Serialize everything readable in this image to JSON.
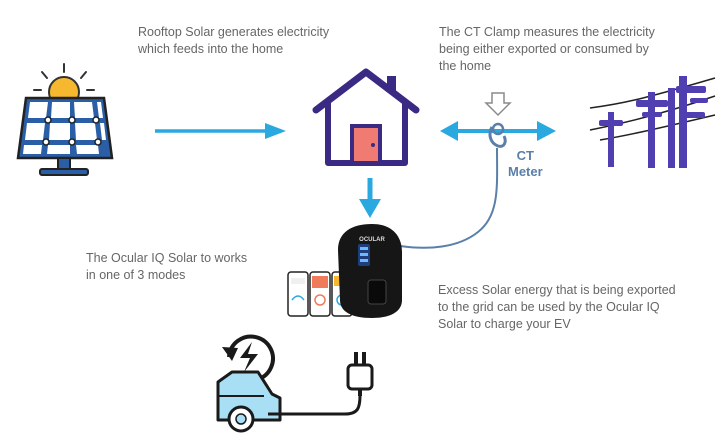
{
  "captions": {
    "solar": "Rooftop Solar generates electricity which feeds into the home",
    "ct_clamp": "The CT Clamp measures the electricity being either exported or consumed by the home",
    "modes": "The Ocular IQ Solar to works in one of 3 modes",
    "excess": "Excess Solar energy that is being exported to the grid can be used by the Ocular IQ Solar to charge your EV"
  },
  "ct_meter": {
    "line1": "CT",
    "line2": "Meter"
  },
  "charger": {
    "brand": "OCULAR"
  },
  "colors": {
    "flow_arrow": "#2aa9e0",
    "house": "#3b2a84",
    "door": "#f07b72",
    "sun": "#f5b82e",
    "panel": "#2a5fa8",
    "pylon": "#4f3fb0",
    "text": "#666666"
  }
}
